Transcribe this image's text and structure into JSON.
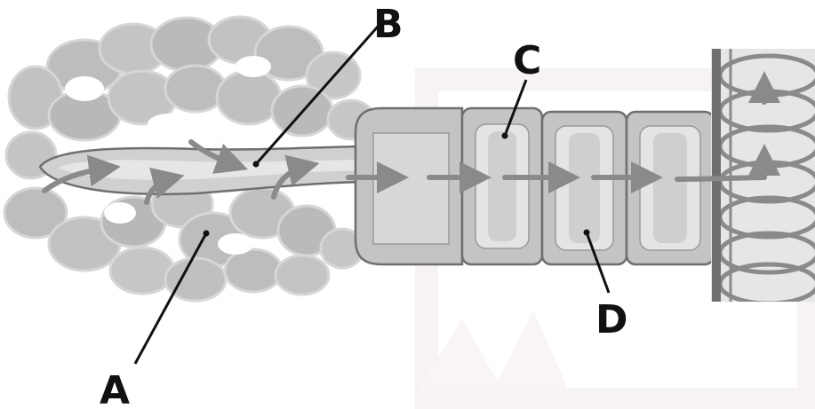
{
  "diagram": {
    "labels": {
      "a": "A",
      "b": "B",
      "c": "C",
      "d": "D"
    },
    "colors": {
      "background": "#ffffff",
      "tissue_fill": "#bdbdbd",
      "tissue_dark": "#9c9c9c",
      "light_fill": "#dcdcdc",
      "outline": "#6f6f6f",
      "arrow": "#8a8a8a",
      "label": "#111111",
      "watermark": "#efe6e6"
    }
  }
}
